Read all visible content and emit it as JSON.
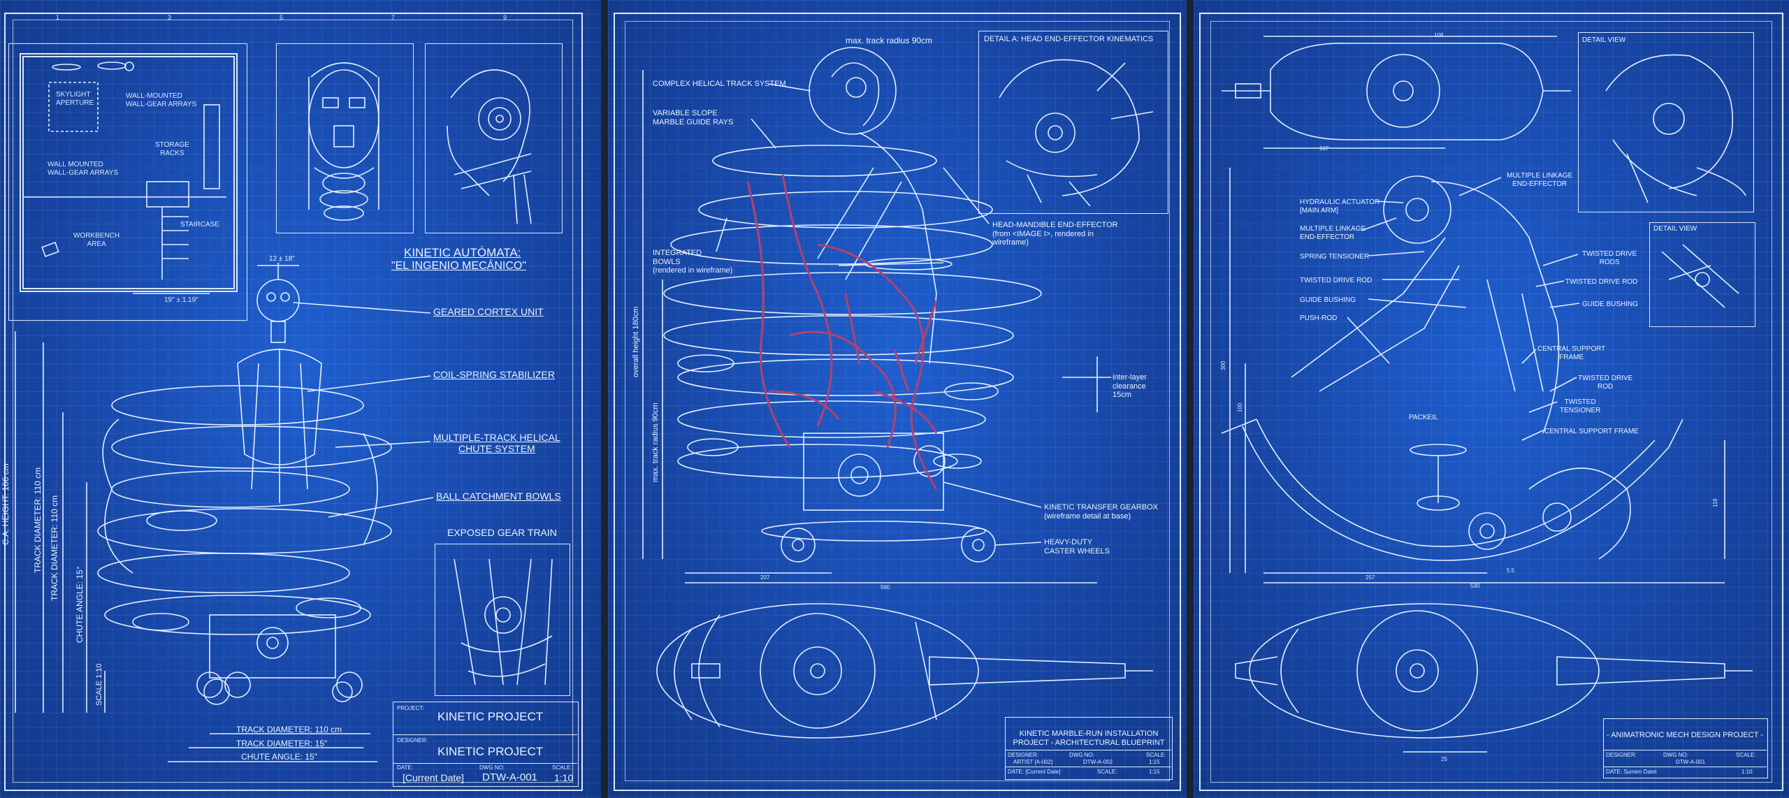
{
  "sheet1": {
    "plan": {
      "skylight": "SKYLIGHT\nAPERTURE",
      "wall_gear_top": "WALL-MOUNTED\nWALL-GEAR ARRAYS",
      "storage": "STORAGE\nRACKS",
      "wall_gear_left": "WALL MOUNTED\nWALL-GEAR ARRAYS",
      "staircase": "STAIRCASE",
      "workbench": "WORKBENCH\nAREA",
      "dim": "19\" ± 1.19\""
    },
    "title_line1": "KINETIC AUTÓMATA:",
    "title_line2": "\"EL INGENIO MECÁNICO\"",
    "head_dim": "12 ± 18\"",
    "callouts": [
      "GEARED CORTEX UNIT",
      "COIL-SPRING STABILIZER",
      "MULTIPLE-TRACK HELICAL\nCHUTE SYSTEM",
      "BALL CATCHMENT BOWLS"
    ],
    "gear_train_label": "EXPOSED GEAR TRAIN",
    "vertical_dims": [
      "C.A. HEIGHT: 166 cm",
      "TRACK DIAMETER: 110 cm",
      "TRACK DIAMETER: 110 cm",
      "CHUTE ANGLE: 15°",
      "SCALE 1:10"
    ],
    "bottom_dims": [
      "TRACK DIAMETER: 110 cm",
      "TRACK DIAMETER: 15\"",
      "CHUTE ANGLE: 15\""
    ],
    "titleblock": {
      "project_label": "PROJECT:",
      "project_value": "KINETIC PROJECT",
      "designer_label": "DESIGNER:",
      "designer_value": "KINETIC PROJECT",
      "date_label": "DATE:",
      "date_value": "[Current Date]",
      "dwg_label": "DWG NO:",
      "dwg_value": "DTW-A-001",
      "scale_label": "SCALE:",
      "scale_value": "1:10"
    }
  },
  "sheet2": {
    "max_track_top": "max. track radius 90cm",
    "detail_title": "DETAIL A: HEAD END-EFFECTOR KINEMATICS",
    "callouts_left": [
      "COMPLEX HELICAL TRACK SYSTEM",
      "VARIABLE SLOPE\nMARBLE GUIDE RAYS",
      "INTEGRATED\nBOWLS\n(rendered in wireframe)"
    ],
    "head_note": "HEAD-MANDIBLE END-EFFECTOR\n(from <IMAGE I>, rendered in\nwireframe)",
    "interlayer": "inter-layer\nclearance\n15cm",
    "gearbox": "KINETIC TRANSFER GEARBOX\n(wireframe detail at base)",
    "casters": "HEAVY-DUTY\nCASTER WHEELS",
    "overall_height": "overall height 180cm",
    "max_track_side": "max. track radius 90cm",
    "dim_207": "207",
    "dim_560": "560",
    "titleblock": {
      "title": "KINETIC MARBLE-RUN INSTALLATION\nPROJECT - ARCHITECTURAL BLUEPRINT",
      "designer_label": "DESIGNER:",
      "designer_value": "ARTIST [A-002]",
      "dwg_label": "DWG NO:",
      "dwg_value": "DTW-A-002",
      "scale_label": "SCALE:",
      "scale_value": "1:15",
      "date": "DATE: [Current Date]",
      "scale2": "SCALE:",
      "scale2_value": "1:15"
    }
  },
  "sheet3": {
    "detail_view_1": "DETAIL VIEW",
    "detail_view_2": "DETAIL VIEW",
    "callouts_left": [
      "HYDRAULIC ACTUATOR\n[MAIN ARM]",
      "MULTIPLE LINKAGE\nEND-EFFECTOR",
      "SPRING TENSIONER",
      "TWISTED DRIVE ROD",
      "GUIDE BUSHING",
      "PUSH-ROD"
    ],
    "callouts_right": [
      "MULTIPLE LINKAGE\nEND-EFFECTOR",
      "TWISTED DRIVE\nRODS",
      "TWISTED DRIVE ROD",
      "GUIDE BUSHING",
      "CENTRAL SUPPORT\nFRAME",
      "TWISTED DRIVE\nROD",
      "TWISTED\nTENSIONER",
      "CENTRAL SUPPORT FRAME"
    ],
    "packeil": "PACKEIL",
    "dims": [
      "108",
      "107",
      "300",
      "100",
      "257",
      "530",
      "5.5",
      "118",
      "25"
    ],
    "titleblock": {
      "title": "- ANIMATRONIC MECH DESIGN PROJECT -",
      "designer_label": "DESIGNER:",
      "dwg_label": "DWG NO:",
      "dwg_value": "DTW-A-001",
      "scale_label": "SCALE:",
      "date": "DATE: Surrem Datel",
      "scale_value": "1:10"
    }
  }
}
